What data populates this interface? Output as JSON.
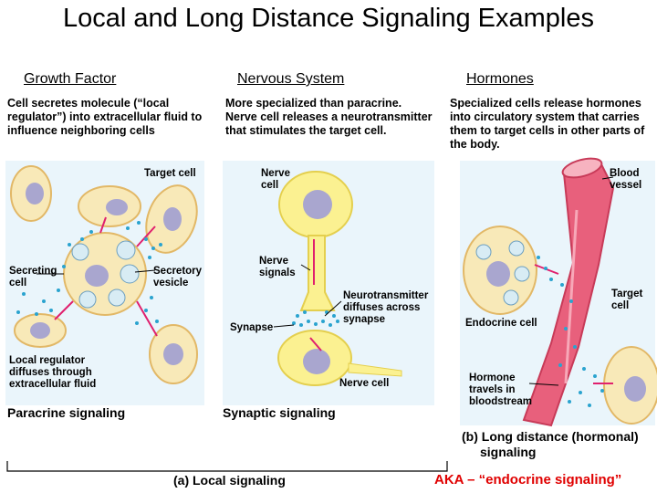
{
  "slide": {
    "title": "Local and Long Distance Signaling Examples",
    "columns": [
      {
        "heading": "Growth Factor",
        "description": "Cell secretes molecule (“local regulator”) into extracellular fluid to influence neighboring cells"
      },
      {
        "heading": "Nervous System",
        "description": "More specialized than paracrine. Nerve cell releases a neurotransmitter that stimulates the target cell."
      },
      {
        "heading": "Hormones",
        "description": "Specialized cells release hormones into circulatory system that carries them to target cells in other parts of the body."
      }
    ],
    "paracrine": {
      "target_cell": "Target cell",
      "secreting_cell": "Secreting cell",
      "secretory_vesicle": "Secretory vesicle",
      "local_regulator": "Local regulator diffuses through extracellular fluid",
      "caption": "Paracrine signaling"
    },
    "synaptic": {
      "nerve_cell_top": "Nerve cell",
      "nerve_signals": "Nerve signals",
      "neurotransmitter": "Neurotransmitter diffuses across synapse",
      "synapse": "Synapse",
      "nerve_cell_bottom": "Nerve cell",
      "caption": "Synaptic signaling"
    },
    "hormonal": {
      "blood_vessel": "Blood vessel",
      "target_cell": "Target cell",
      "endocrine_cell": "Endocrine cell",
      "hormone_travels": "Hormone travels in bloodstream",
      "caption_line1": "(b) Long distance (hormonal)",
      "caption_line2": "signaling"
    },
    "local_caption": "(a) Local signaling",
    "aka": "AKA – “endocrine signaling”"
  },
  "colors": {
    "panel_bg": "#eaf5fb",
    "cell_fill": "#f8e9b8",
    "cell_stroke": "#e2b867",
    "nucleus": "#a9a6cf",
    "signal_dot": "#2aa3cf",
    "arrow": "#e0206e",
    "vessel": "#e8607c",
    "nerve": "#fbf191",
    "aka_text": "#e00000"
  }
}
